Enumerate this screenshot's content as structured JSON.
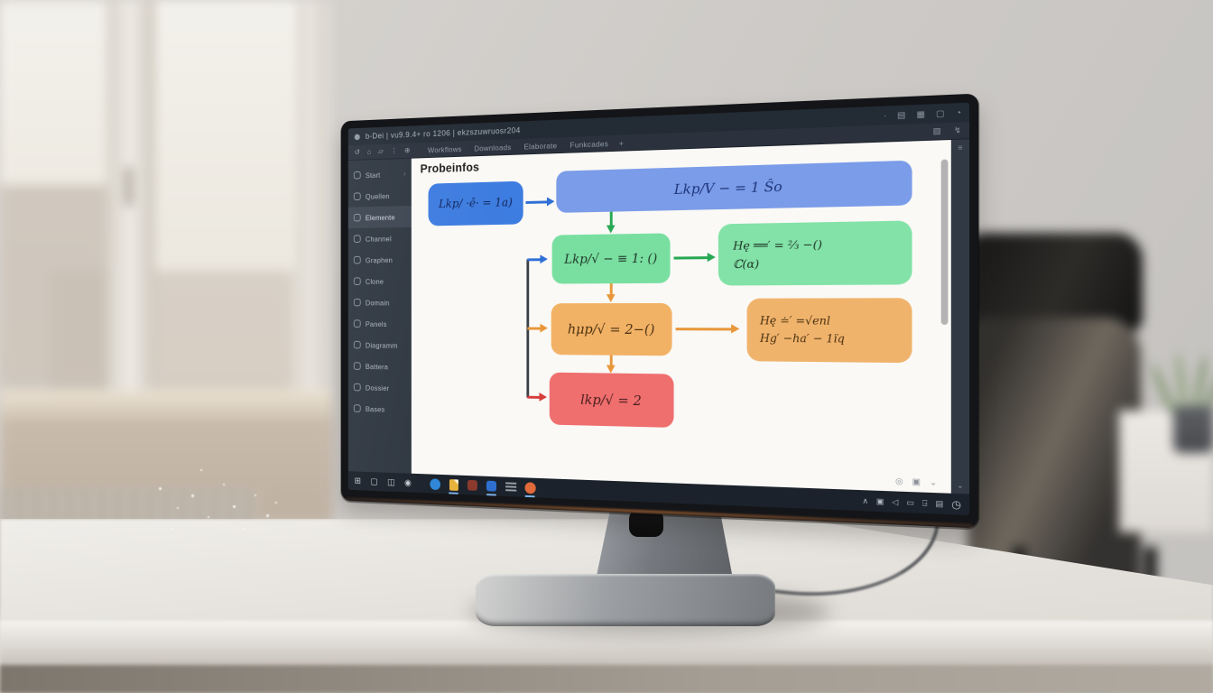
{
  "screen": {
    "titlebar": {
      "url_text": "b-Dei | vu9.9.4+ ro 1206 | ekzszuwruosr204",
      "right_icons": [
        {
          "name": "dot-icon",
          "glyph": "∙"
        },
        {
          "name": "layers-icon",
          "glyph": "▤"
        },
        {
          "name": "camera-icon",
          "glyph": "▦"
        },
        {
          "name": "window-icon",
          "glyph": "▢"
        },
        {
          "name": "clock-icon",
          "glyph": "◔"
        }
      ]
    },
    "toolbar": {
      "left_icons": [
        {
          "name": "history-icon",
          "glyph": "↺"
        },
        {
          "name": "home-icon",
          "glyph": "⌂"
        },
        {
          "name": "edit-icon",
          "glyph": "▱"
        },
        {
          "name": "more-icon",
          "glyph": "⋮"
        },
        {
          "name": "add-icon",
          "glyph": "⊕"
        }
      ],
      "tabs": [
        "Workflows",
        "Downloads",
        "Elaborate",
        "Funkcades"
      ],
      "new_tab_label": "+",
      "right_icons": [
        {
          "name": "pen-icon",
          "glyph": "▨"
        },
        {
          "name": "flash-icon",
          "glyph": "↯"
        }
      ]
    },
    "sidebar": {
      "items": [
        {
          "label": "Start",
          "selected": false,
          "chevron": "›"
        },
        {
          "label": "Quellen",
          "selected": false
        },
        {
          "label": "Elemente",
          "selected": true
        },
        {
          "label": "Channel",
          "selected": false
        },
        {
          "label": "Graphen",
          "selected": false
        },
        {
          "label": "Clone",
          "selected": false
        },
        {
          "label": "Domain",
          "selected": false
        },
        {
          "label": "Panels",
          "selected": false
        },
        {
          "label": "Diagramm",
          "selected": false
        },
        {
          "label": "Battera",
          "selected": false
        },
        {
          "label": "Dossier",
          "selected": false
        },
        {
          "label": "Bases",
          "selected": false
        }
      ]
    },
    "canvas": {
      "title": "Probeinfos",
      "boxes": {
        "a": {
          "text": "Lkp/ ·ê· = 1a)"
        },
        "b": {
          "text": "Lkp/V − = 1 Ŝo"
        },
        "c": {
          "text": "Lkp/√ − ≡ 1: ()"
        },
        "d": {
          "line1": "Hę ══′ = ⅔ −()",
          "line2": "ℂ(α)"
        },
        "e": {
          "text": "hμp/√ = 2−()"
        },
        "f": {
          "line1": "Hę ≐′  =√enl",
          "line2": "Hg′ −ha′ − 1ïq"
        },
        "g": {
          "text": "lkp/√ = 2"
        }
      },
      "corner_icons": [
        {
          "name": "zoom-out-icon",
          "glyph": "◎"
        },
        {
          "name": "fit-view-icon",
          "glyph": "▣"
        },
        {
          "name": "collapse-icon",
          "glyph": "⌄"
        }
      ]
    },
    "right_rail": {
      "top_icon": {
        "name": "panel-toggle-icon",
        "glyph": "≡"
      },
      "bottom_icon": {
        "name": "expand-icon",
        "glyph": "⌄"
      }
    },
    "taskbar": {
      "system_icons": [
        {
          "name": "start-icon",
          "glyph": "⊞"
        },
        {
          "name": "search-icon",
          "glyph": "▢"
        },
        {
          "name": "task-view-icon",
          "glyph": "◫"
        },
        {
          "name": "people-icon",
          "glyph": "◉"
        }
      ],
      "app_icons": [
        {
          "name": "browser-blue-app-icon",
          "shape": "circle",
          "color": "#2f86d8",
          "active": false
        },
        {
          "name": "document-app-icon",
          "shape": "doc",
          "color": "#e8b33c",
          "active": true
        },
        {
          "name": "maroon-app-icon",
          "shape": "square",
          "color": "#8a3b2e",
          "active": false
        },
        {
          "name": "blue-square-app-icon",
          "shape": "square",
          "color": "#2f6fd0",
          "active": true
        },
        {
          "name": "list-app-icon",
          "shape": "lines",
          "color": "#9aa0a6",
          "active": false
        },
        {
          "name": "browser-orange-app-icon",
          "shape": "circle",
          "color": "#e06a3a",
          "active": true
        }
      ],
      "tray_icons": [
        {
          "name": "up-arrow-icon",
          "glyph": "∧"
        },
        {
          "name": "network-icon",
          "glyph": "▣"
        },
        {
          "name": "volume-icon",
          "glyph": "◁"
        },
        {
          "name": "battery-icon",
          "glyph": "▭"
        },
        {
          "name": "language-icon",
          "glyph": "⍈"
        },
        {
          "name": "notification-icon",
          "glyph": "▤"
        },
        {
          "name": "clock-tray-icon",
          "glyph": "◷"
        }
      ]
    },
    "colors": {
      "box_blue_dark": "#3d7ce0",
      "box_blue_light": "#7b9ce8",
      "box_green": "#79dfa0",
      "box_orange": "#f2b266",
      "box_red": "#ef6e6e",
      "arrow_blue": "#2f6fd6",
      "arrow_green": "#27a853",
      "arrow_orange": "#e8973a",
      "arrow_red": "#d63d3c",
      "connector_dark": "#3a4048",
      "chrome_dark": "#232b35",
      "sidebar_bg": "#2e3640",
      "canvas_bg": "#faf9f6"
    }
  }
}
